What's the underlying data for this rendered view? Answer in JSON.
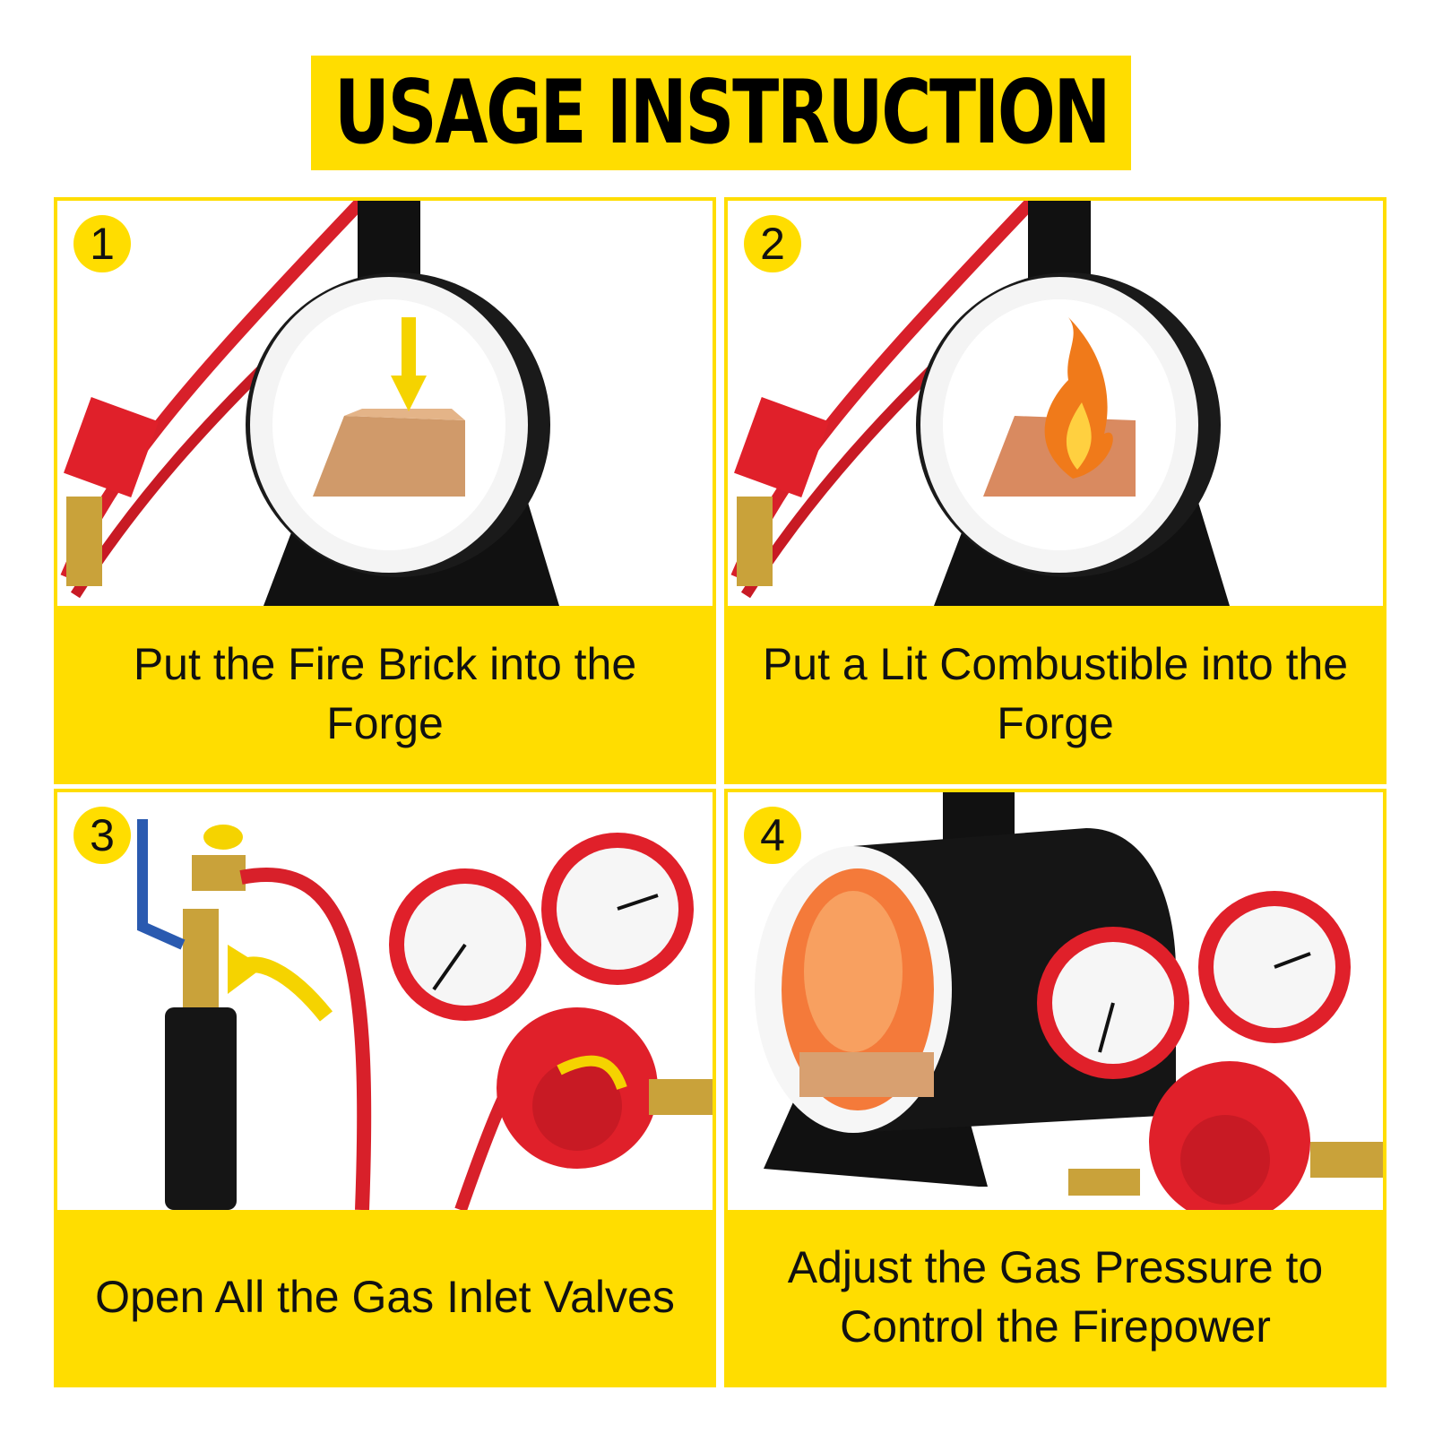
{
  "title": "USAGE INSTRUCTION",
  "colors": {
    "accent": "#FFDD00",
    "forge": "#111111",
    "hose": "#D8202A"
  },
  "steps": [
    {
      "number": "1",
      "caption": "Put the Fire Brick into the Forge",
      "icon": "forge-with-brick-arrow"
    },
    {
      "number": "2",
      "caption": "Put a Lit Combustible into the Forge",
      "icon": "forge-with-flame"
    },
    {
      "number": "3",
      "caption": "Open All the Gas Inlet Valves",
      "icon": "gas-valve-and-regulator"
    },
    {
      "number": "4",
      "caption": "Adjust the Gas Pressure to Control the Firepower",
      "icon": "glowing-forge-with-regulator"
    }
  ]
}
